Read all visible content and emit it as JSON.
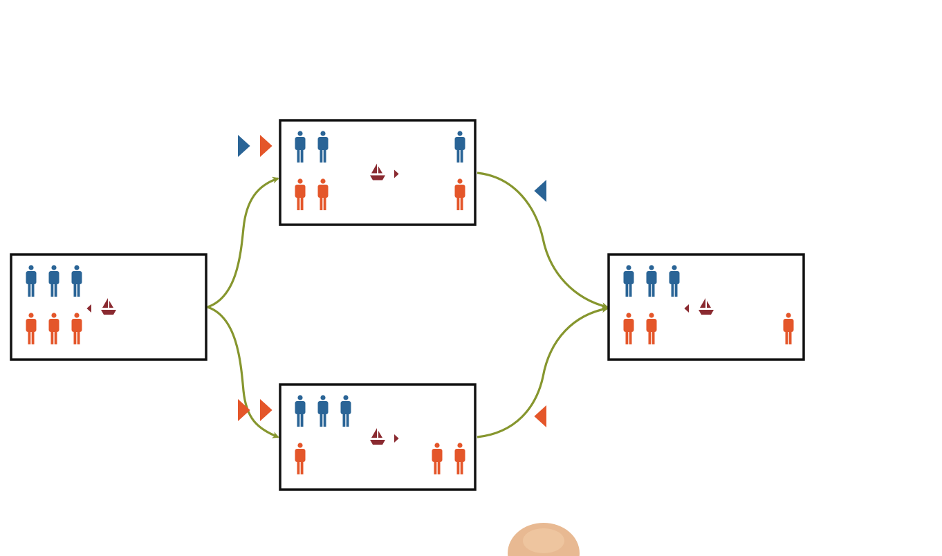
{
  "colors": {
    "blue": "#2a6496",
    "orange": "#e4562a",
    "boat": "#8a2a30",
    "arrow": "#86962e",
    "box_border": "#111111",
    "finger": "#e8b992"
  },
  "icons": {
    "person": "person-icon",
    "boat": "sailboat-icon",
    "direction": "triangle-direction-icon",
    "finger": "fingertip"
  },
  "states": [
    {
      "id": "initial",
      "left_blue": 3,
      "left_orange": 3,
      "right_blue": 0,
      "right_orange": 0,
      "boat_side": "left",
      "boat_pointer": "left"
    },
    {
      "id": "after-blue-orange-cross",
      "left_blue": 2,
      "left_orange": 2,
      "right_blue": 1,
      "right_orange": 1,
      "boat_side": "right",
      "boat_pointer": "right"
    },
    {
      "id": "after-two-orange-cross",
      "left_blue": 3,
      "left_orange": 1,
      "right_blue": 0,
      "right_orange": 2,
      "boat_side": "right",
      "boat_pointer": "right"
    },
    {
      "id": "after-return",
      "left_blue": 3,
      "left_orange": 2,
      "right_blue": 0,
      "right_orange": 1,
      "boat_side": "left",
      "boat_pointer": "left"
    }
  ],
  "transitions": [
    {
      "from": "initial",
      "to": "after-blue-orange-cross",
      "moves": [
        "blue",
        "orange"
      ],
      "direction": "right"
    },
    {
      "from": "initial",
      "to": "after-two-orange-cross",
      "moves": [
        "orange",
        "orange"
      ],
      "direction": "right"
    },
    {
      "from": "after-blue-orange-cross",
      "to": "after-return",
      "moves": [
        "blue"
      ],
      "direction": "left"
    },
    {
      "from": "after-two-orange-cross",
      "to": "after-return",
      "moves": [
        "orange"
      ],
      "direction": "left"
    }
  ]
}
